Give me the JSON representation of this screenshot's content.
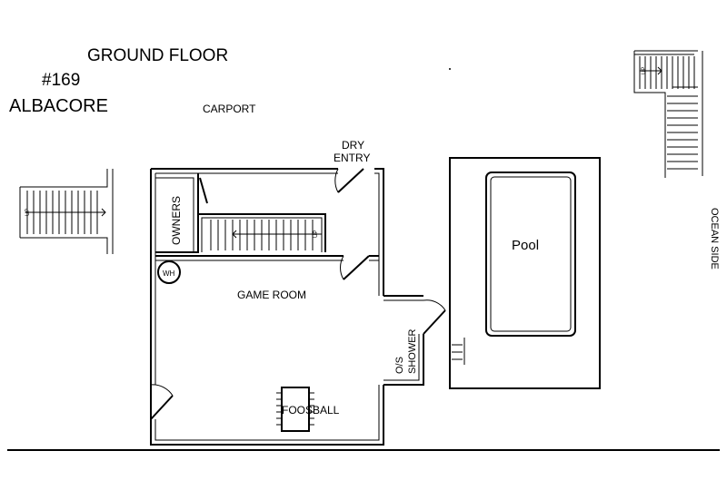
{
  "title": "GROUND FLOOR",
  "unit_number": "#169",
  "unit_name": "ALBACORE",
  "labels": {
    "carport": "CARPORT",
    "dry_entry_line1": "DRY",
    "dry_entry_line2": "ENTRY",
    "owners": "OWNERS",
    "water_heater": "WH",
    "game_room": "GAME ROOM",
    "outdoor_shower_line1": "O/S",
    "outdoor_shower_line2": "SHOWER",
    "foosball": "FOOSBALL",
    "pool": "Pool",
    "ocean_side": "OCEAN SIDE",
    "stair_up": "UP"
  }
}
